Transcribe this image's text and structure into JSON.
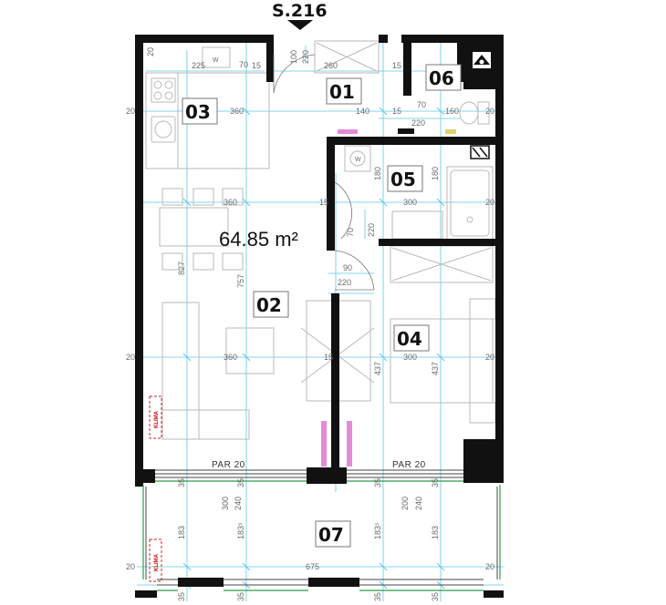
{
  "unit": {
    "number": "S.216",
    "area": "64.85",
    "area_unit": "m²"
  },
  "rooms": [
    {
      "id": "01"
    },
    {
      "id": "02"
    },
    {
      "id": "03"
    },
    {
      "id": "04"
    },
    {
      "id": "05"
    },
    {
      "id": "06"
    },
    {
      "id": "07"
    }
  ],
  "labels": {
    "klima": "KLIMA",
    "floor_left": "PAR 20",
    "floor_right": "PAR 20"
  },
  "dimensions": {
    "d20": "20",
    "d15": "15",
    "d35": "35",
    "d100": "100",
    "d220": "220",
    "d70": "70",
    "d90": "90",
    "d225": "225",
    "d260": "260",
    "d360": "360",
    "d140": "140",
    "d160": "160",
    "d180": "180",
    "d300": "300",
    "d240": "240",
    "d200": "200",
    "d675": "675",
    "d827": "827",
    "d757": "757",
    "d437": "437",
    "d183": "183",
    "d183b": "183⁵"
  },
  "colors": {
    "grid": "#5bc8e8",
    "wall": "#111111",
    "pink": "#e58ad7",
    "klima": "#d62020"
  }
}
